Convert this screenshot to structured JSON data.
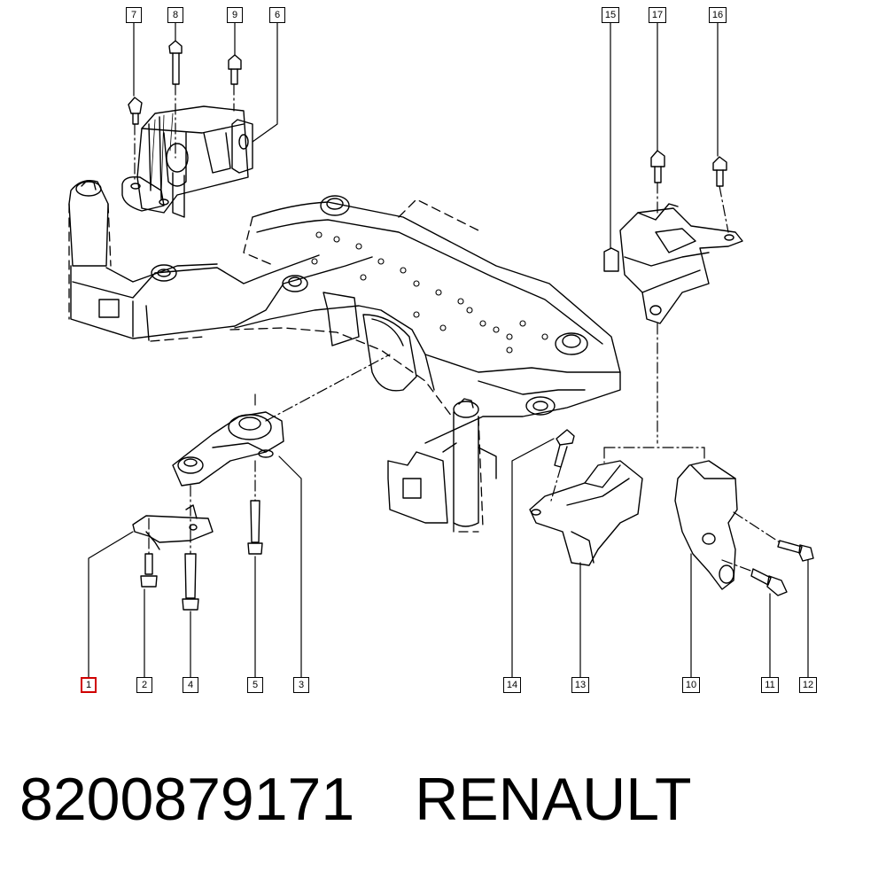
{
  "callouts": {
    "c1": "1",
    "c2": "2",
    "c3": "3",
    "c4": "4",
    "c5": "5",
    "c6": "6",
    "c7": "7",
    "c8": "8",
    "c9": "9",
    "c10": "10",
    "c11": "11",
    "c12": "12",
    "c13": "13",
    "c14": "14",
    "c15": "15",
    "c16": "16",
    "c17": "17"
  },
  "selected_callout": "1",
  "highlight_color": "#d00000",
  "caption": {
    "part_number": "8200879171",
    "brand": "RENAULT"
  }
}
